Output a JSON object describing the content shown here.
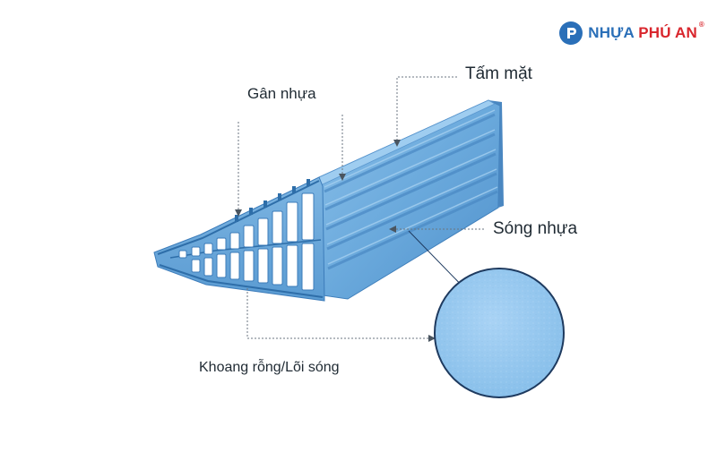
{
  "brand": {
    "name_part1": "NHỰA ",
    "name_part2": "PHÚ AN",
    "registered_mark": "®",
    "brand_color": "#2a6fb8",
    "accent_color": "#d9262d"
  },
  "labels": {
    "rib": "Gân nhựa",
    "face_sheet": "Tấm mặt",
    "corrugation": "Sóng nhựa",
    "hollow_core": "Khoang rỗng/Lõi sóng"
  },
  "colors": {
    "panel_light": "#7fb6e3",
    "panel_mid": "#5b9bd3",
    "panel_dark": "#3e7fbd",
    "leader_line": "#6b7680",
    "zoom_circle": "#8fc3ee",
    "zoom_border": "#1e3a5f"
  }
}
